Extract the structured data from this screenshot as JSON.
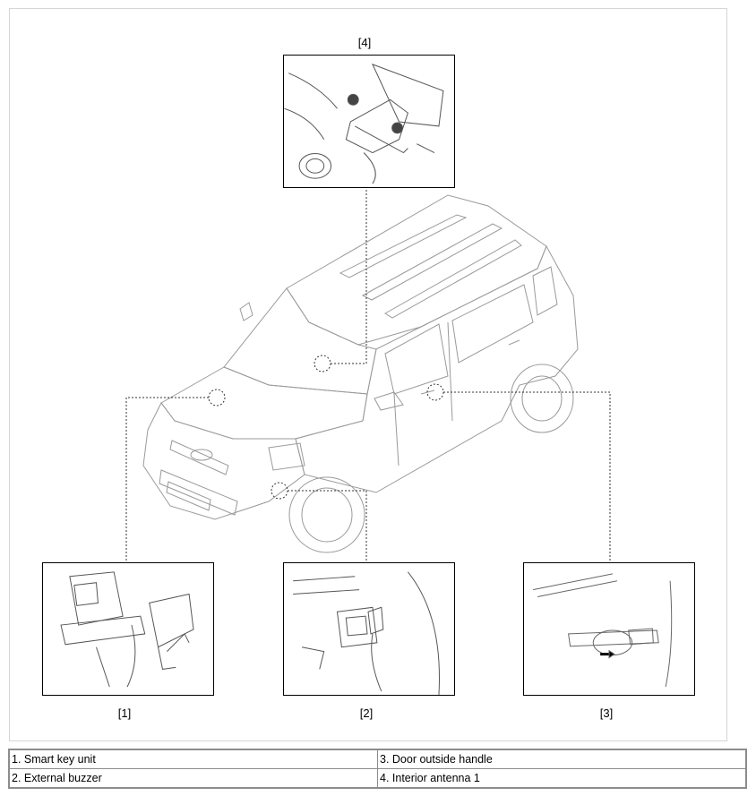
{
  "callouts": {
    "c1": "[1]",
    "c2": "[2]",
    "c3": "[3]",
    "c4": "[4]"
  },
  "legend": {
    "rows": [
      {
        "left": "1. Smart key unit",
        "right": "3. Door outside handle"
      },
      {
        "left": "2. External buzzer",
        "right": "4. Interior antenna 1"
      }
    ]
  }
}
